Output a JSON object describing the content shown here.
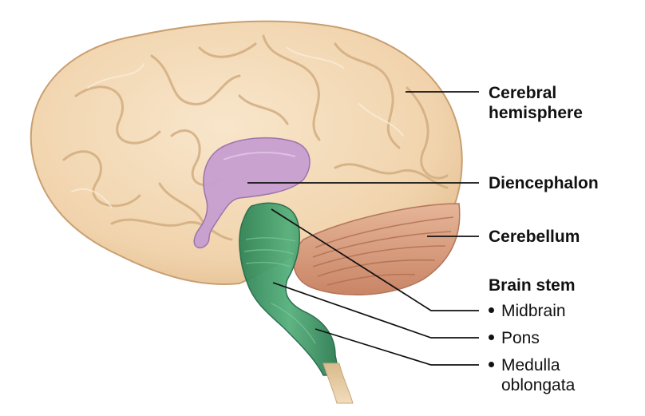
{
  "labels": {
    "cerebral_line1": "Cerebral",
    "cerebral_line2": "hemisphere",
    "diencephalon": "Diencephalon",
    "cerebellum": "Cerebellum",
    "brain_stem": "Brain stem",
    "midbrain": "Midbrain",
    "pons": "Pons",
    "medulla_line1": "Medulla",
    "medulla_line2": "oblongata"
  },
  "colors": {
    "cerebrum": "#f3d8b4",
    "cerebrum_shade": "#d9b48a",
    "diencephalon": "#c9a2d3",
    "cerebellum": "#d99e84",
    "brain_stem": "#3f9a68",
    "spinal_cord": "#e6c99e",
    "leader_line": "#111111"
  }
}
